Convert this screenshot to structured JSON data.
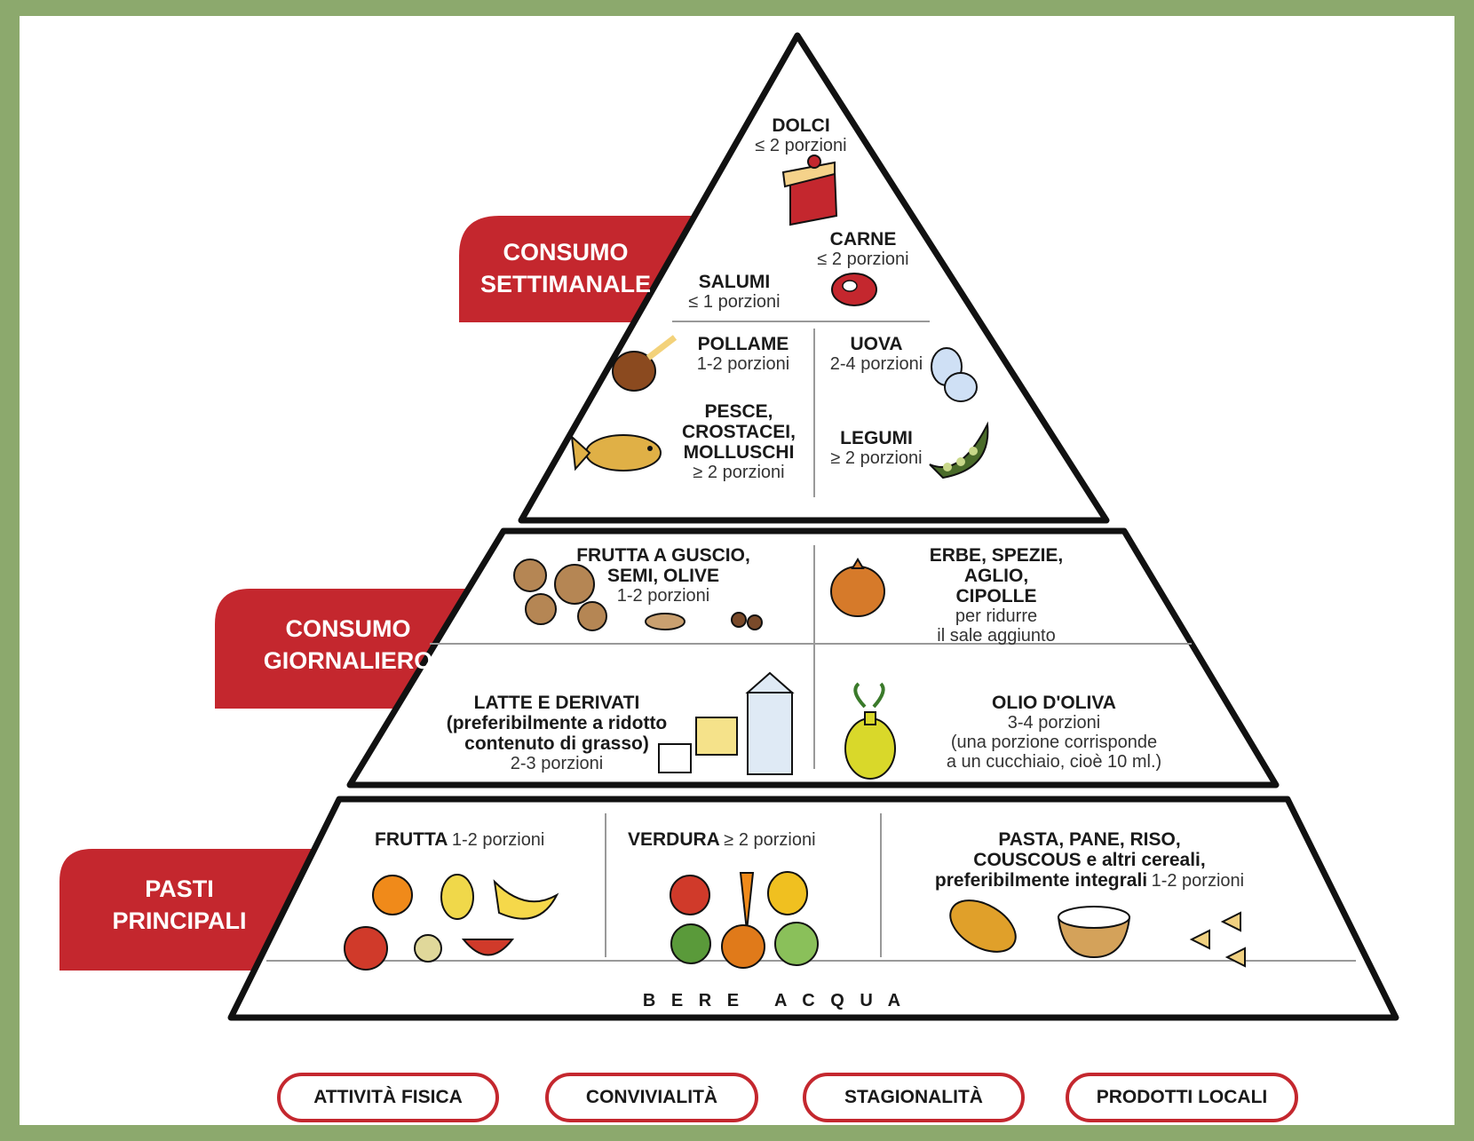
{
  "colors": {
    "frame": "#8ca96d",
    "accent_red": "#c4272e",
    "line": "#111111"
  },
  "bands": {
    "settimanale": {
      "line1": "CONSUMO",
      "line2": "SETTIMANALE"
    },
    "giornaliero": {
      "line1": "CONSUMO",
      "line2": "GIORNALIERO"
    },
    "pasti": {
      "line1": "PASTI",
      "line2": "PRINCIPALI"
    }
  },
  "top": {
    "dolci": {
      "name": "DOLCI",
      "portions": "≤ 2 porzioni"
    },
    "carne": {
      "name": "CARNE",
      "portions": "≤ 2 porzioni"
    },
    "salumi": {
      "name": "SALUMI",
      "portions": "≤ 1 porzioni"
    },
    "pollame": {
      "name": "POLLAME",
      "portions": "1-2 porzioni"
    },
    "uova": {
      "name": "UOVA",
      "portions": "2-4 porzioni"
    },
    "pesce": {
      "line1": "PESCE,",
      "line2": "CROSTACEI,",
      "line3": "MOLLUSCHI",
      "portions": "≥ 2 porzioni"
    },
    "legumi": {
      "name": "LEGUMI",
      "portions": "≥ 2 porzioni"
    }
  },
  "middle": {
    "frutta_guscio": {
      "line1": "FRUTTA A GUSCIO,",
      "line2": "SEMI, OLIVE",
      "portions": "1-2 porzioni"
    },
    "erbe": {
      "line1": "ERBE, SPEZIE,",
      "line2": "AGLIO,",
      "line3": "CIPOLLE",
      "note1": "per ridurre",
      "note2": "il sale aggiunto"
    },
    "latte": {
      "line1": "LATTE E DERIVATI",
      "line2": "(preferibilmente a ridotto",
      "line3": "contenuto di grasso)",
      "portions": "2-3 porzioni"
    },
    "olio": {
      "name": "OLIO D'OLIVA",
      "portions": "3-4 porzioni",
      "note1": "(una porzione corrisponde",
      "note2": "a un cucchiaio, cioè 10 ml.)"
    }
  },
  "bottom": {
    "frutta": {
      "name": "FRUTTA",
      "portions": "1-2 porzioni"
    },
    "verdura": {
      "name": "VERDURA",
      "portions": "≥ 2 porzioni"
    },
    "cereali": {
      "line1": "PASTA, PANE, RISO,",
      "line2": "COUSCOUS e altri cereali,",
      "line3": "preferibilmente integrali",
      "portions": "1-2 porzioni"
    },
    "acqua": "B E R E   A C Q U A"
  },
  "pills": [
    "ATTIVITÀ FISICA",
    "CONVIVIALITÀ",
    "STAGIONALITÀ",
    "PRODOTTI LOCALI"
  ],
  "icons": [
    "cake-icon",
    "steak-icon",
    "chicken-leg-icon",
    "eggs-icon",
    "fish-icon",
    "pea-pod-icon",
    "walnuts-icon",
    "onion-icon",
    "yogurt-cheese-milk-icon",
    "olive-oil-icon",
    "fruits-icon",
    "vegetables-icon",
    "bread-rice-pasta-icon"
  ]
}
